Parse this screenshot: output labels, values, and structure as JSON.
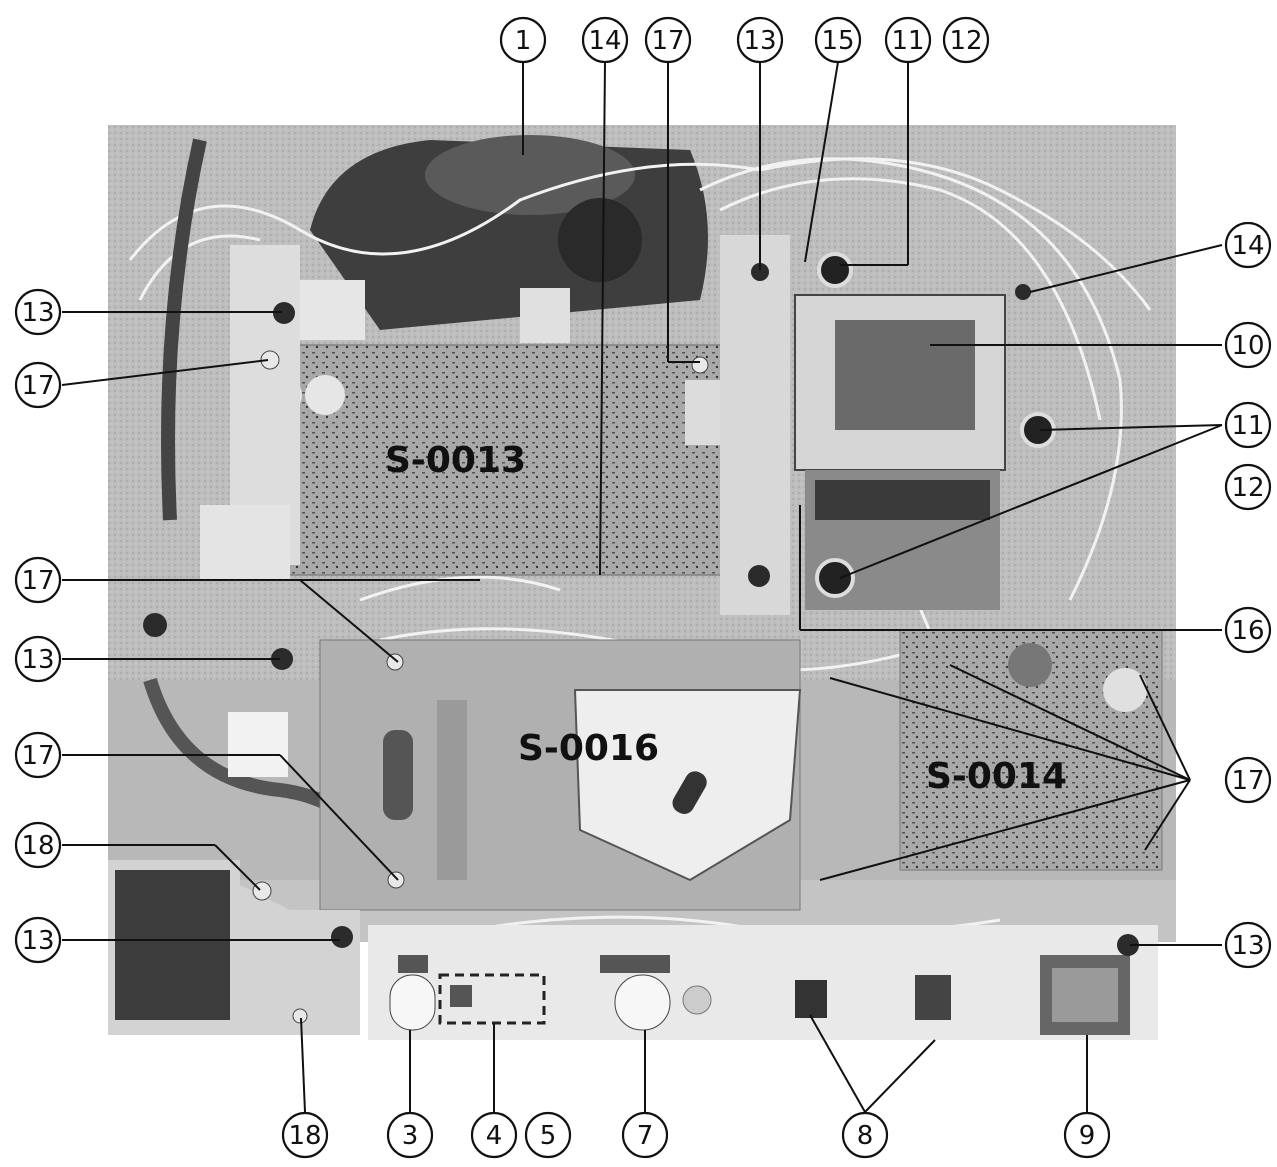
{
  "boards": {
    "s0013": "S-0013",
    "s0016": "S-0016",
    "s0014": "S-0014"
  },
  "callouts": {
    "c1": "1",
    "c14a": "14",
    "c17a": "17",
    "c13a": "13",
    "c15": "15",
    "c11a": "11",
    "c12a": "12",
    "c13b": "13",
    "c14b": "14",
    "c17b": "17",
    "c10": "10",
    "c11b": "11",
    "c12b": "12",
    "c17c": "17",
    "c13c": "13",
    "c16": "16",
    "c17d": "17",
    "c17e": "17",
    "c18a": "18",
    "c13d": "13",
    "c13e": "13",
    "c18b": "18",
    "c3": "3",
    "c4": "4",
    "c5": "5",
    "c7": "7",
    "c8": "8",
    "c9": "9"
  }
}
